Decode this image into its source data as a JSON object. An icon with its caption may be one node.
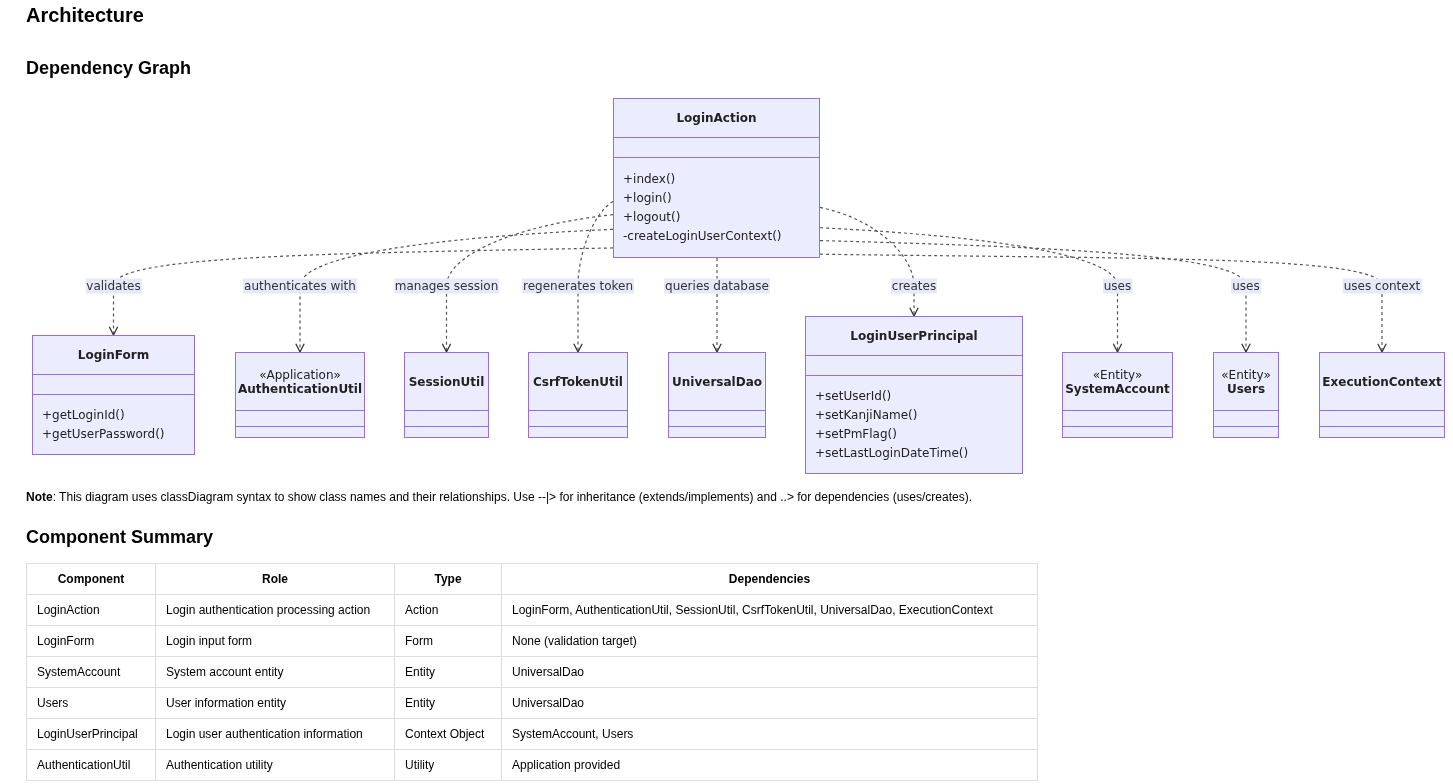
{
  "diagram": {
    "title": "Architecture",
    "nodes": [
      {
        "text": [
          "LoginAction",
          "+index()",
          "+login()",
          "+logout()",
          "-createLoginUserContext()"
        ]
      },
      {
        "text": [
          "LoginForm",
          "+getLoginId()",
          "+getUserPassword()"
        ]
      },
      {
        "text": [
          "«Application»",
          "AuthenticationUtil"
        ]
      },
      {
        "text": [
          "SessionUtil"
        ]
      },
      {
        "text": [
          "CsrfTokenUtil"
        ]
      },
      {
        "text": [
          "UniversalDao"
        ]
      },
      {
        "text": [
          "LoginUserPrincipal",
          "+setUserId()",
          "+setKanjiName()",
          "+setPmFlag()",
          "+setLastLoginDateTime()"
        ]
      },
      {
        "text": [
          "«Entity»",
          "SystemAccount"
        ]
      },
      {
        "text": [
          "«Entity»",
          "Users"
        ]
      },
      {
        "text": [
          "ExecutionContext"
        ]
      }
    ],
    "edges": [
      {
        "from": 0,
        "to": 1,
        "arrow": "to",
        "style": "dashed",
        "label": "validates"
      },
      {
        "from": 0,
        "to": 2,
        "arrow": "to",
        "style": "dashed",
        "label": "authenticates with"
      },
      {
        "from": 0,
        "to": 3,
        "arrow": "to",
        "style": "dashed",
        "label": "manages session"
      },
      {
        "from": 0,
        "to": 4,
        "arrow": "to",
        "style": "dashed",
        "label": "regenerates token"
      },
      {
        "from": 0,
        "to": 5,
        "arrow": "to",
        "style": "dashed",
        "label": "queries database"
      },
      {
        "from": 0,
        "to": 6,
        "arrow": "to",
        "style": "dashed",
        "label": "creates"
      },
      {
        "from": 0,
        "to": 7,
        "arrow": "to",
        "style": "dashed",
        "label": "uses"
      },
      {
        "from": 0,
        "to": 8,
        "arrow": "to",
        "style": "dashed",
        "label": "uses"
      },
      {
        "from": 0,
        "to": 9,
        "arrow": "to",
        "style": "dashed",
        "label": "uses context"
      }
    ],
    "labels": [
      "Dependency Graph",
      "**Note**: This diagram uses classDiagram syntax to show class names and their relationships. Use --|> for inheritance (extends/implements) and ..> for dependencies (uses/creates).",
      "Component Summary",
      "Component",
      "Role",
      "Type",
      "Dependencies",
      "LoginAction",
      "Login authentication processing action",
      "Action",
      "LoginForm, AuthenticationUtil, SessionUtil, CsrfTokenUtil, UniversalDao, ExecutionContext",
      "LoginForm",
      "Login input form",
      "Form",
      "None (validation target)",
      "SystemAccount",
      "System account entity",
      "Entity",
      "UniversalDao",
      "Users",
      "User information entity",
      "Entity",
      "UniversalDao",
      "LoginUserPrincipal",
      "Login user authentication information",
      "Context Object",
      "SystemAccount, Users",
      "AuthenticationUtil",
      "Authentication utility",
      "Utility",
      "Application provided"
    ]
  }
}
